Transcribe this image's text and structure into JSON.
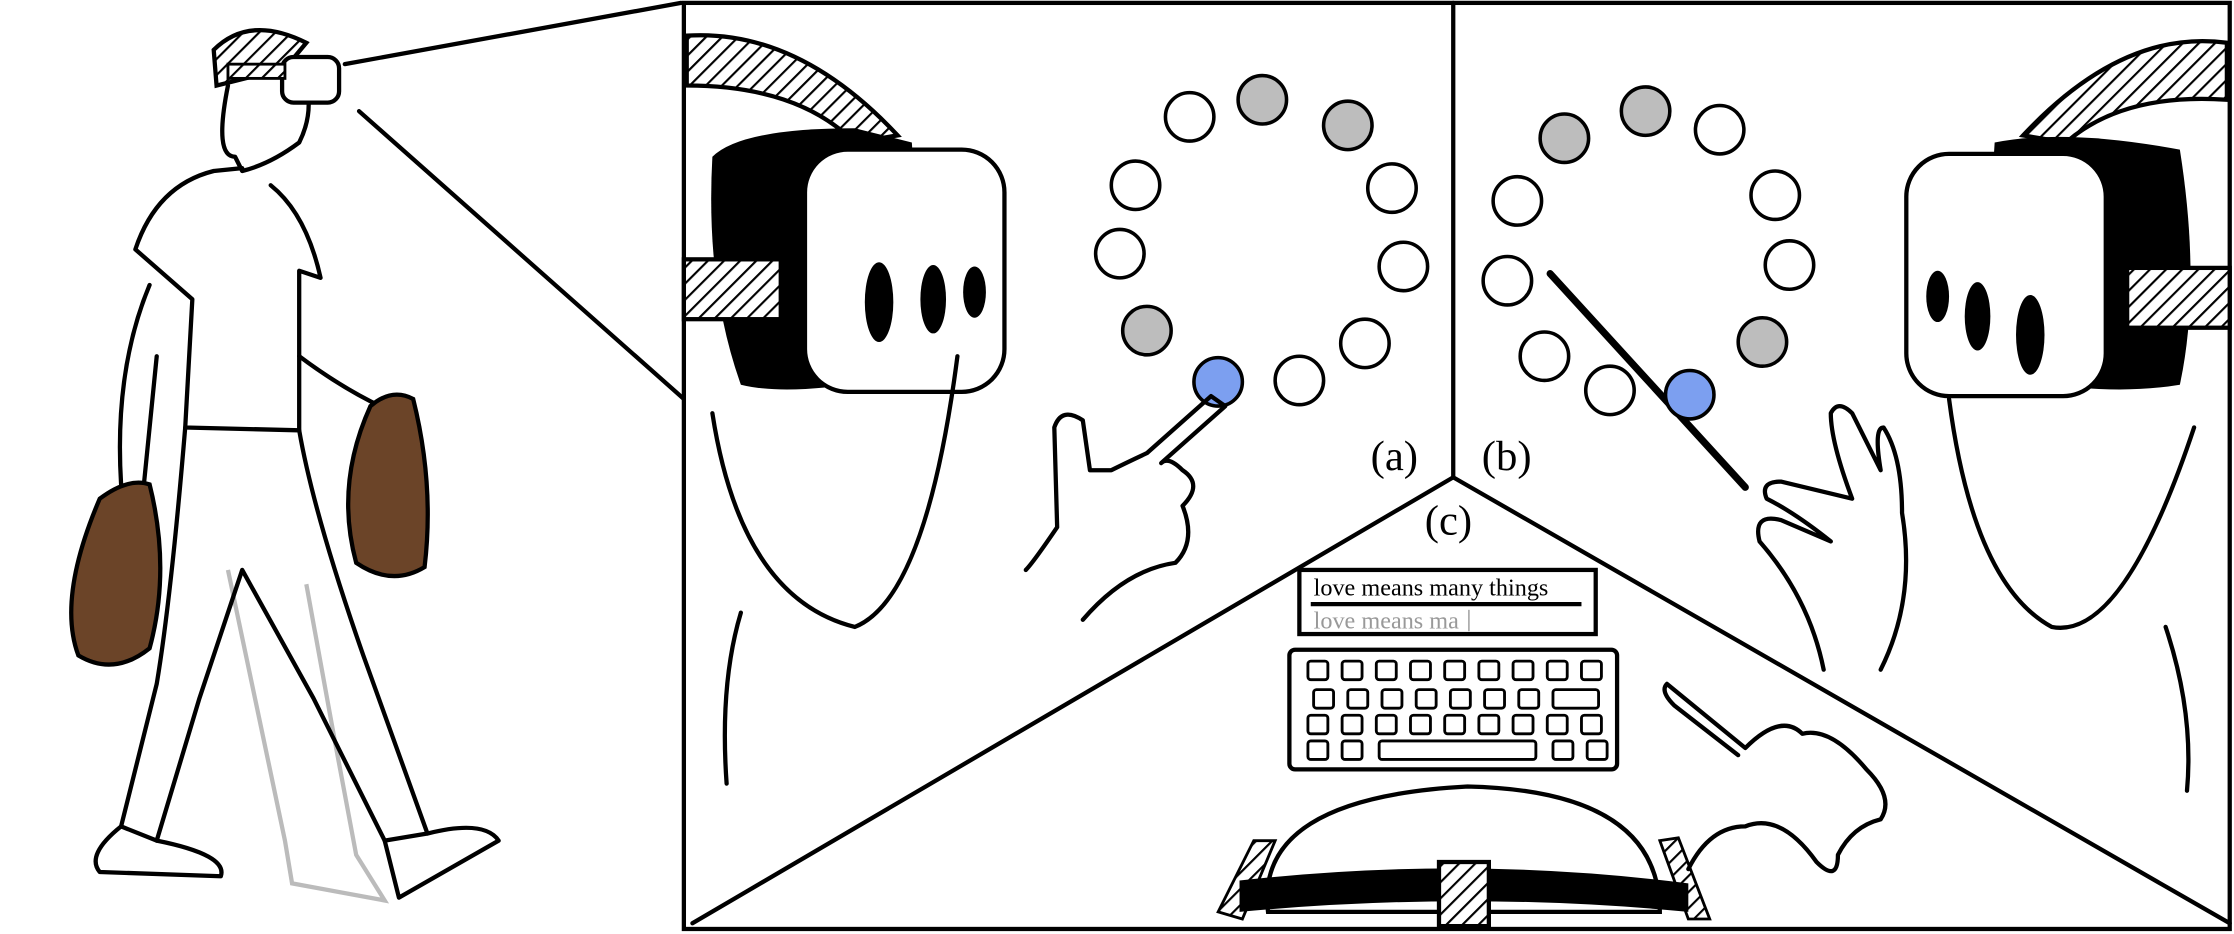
{
  "labels": {
    "a": "(a)",
    "b": "(b)",
    "c": "(c)"
  },
  "text_entry": {
    "suggestion": "love means many things",
    "typed": "love means ma"
  },
  "colors": {
    "target": "#7c9ff0",
    "highlighted": "#bdbdbd",
    "bag": "#6b4428",
    "ghost_legs": "#bbbbbb"
  },
  "icons": [
    "vr-headset-icon",
    "hand-icon",
    "shopping-bag-icon",
    "keyboard-icon"
  ]
}
